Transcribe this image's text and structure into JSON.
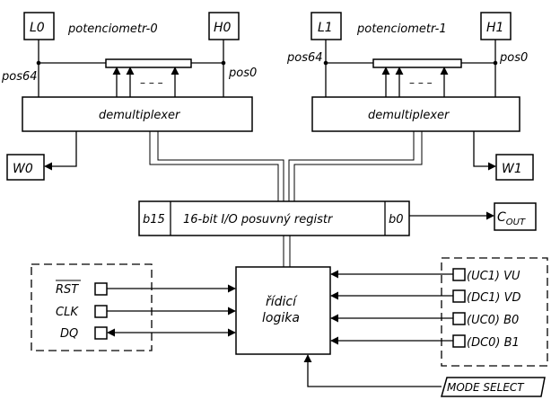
{
  "pot0": {
    "title": "potenciometr-0",
    "low_terminal": "L0",
    "high_terminal": "H0",
    "left_pos": "pos64",
    "right_pos": "pos0",
    "wiper_terminal": "W0"
  },
  "pot1": {
    "title": "potenciometr-1",
    "low_terminal": "L1",
    "high_terminal": "H1",
    "left_pos": "pos64",
    "right_pos": "pos0",
    "wiper_terminal": "W1"
  },
  "demux_label": "demultiplexer",
  "dashes": "– – –",
  "register": {
    "msb": "b15",
    "label": "16-bit I/O posuvný registr",
    "lsb": "b0"
  },
  "cout": {
    "main": "C",
    "sub": "OUT"
  },
  "logic": {
    "line1": "řídicí",
    "line2": "logika"
  },
  "left_pins": [
    "RST",
    "CLK",
    "DQ"
  ],
  "right_pins": [
    "(UC1) VU",
    "(DC1) VD",
    "(UC0) B0",
    "(DC0) B1"
  ],
  "mode_select": "MODE SELECT"
}
